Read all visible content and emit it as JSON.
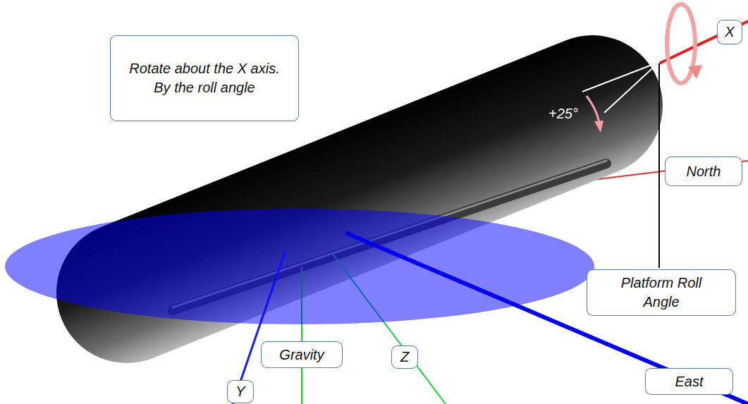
{
  "diagram": {
    "nodes": [
      {
        "text": [
          "X"
        ]
      },
      {
        "text": [
          "Rotate about the X axis. By the roll angle"
        ]
      },
      {
        "text": [
          "North"
        ]
      },
      {
        "text": [
          "Platform Roll Angle"
        ]
      },
      {
        "text": [
          "Gravity"
        ]
      },
      {
        "text": [
          "Z"
        ]
      },
      {
        "text": [
          "Y"
        ]
      },
      {
        "text": [
          "East"
        ]
      }
    ],
    "labels": [
      "+25°"
    ]
  }
}
